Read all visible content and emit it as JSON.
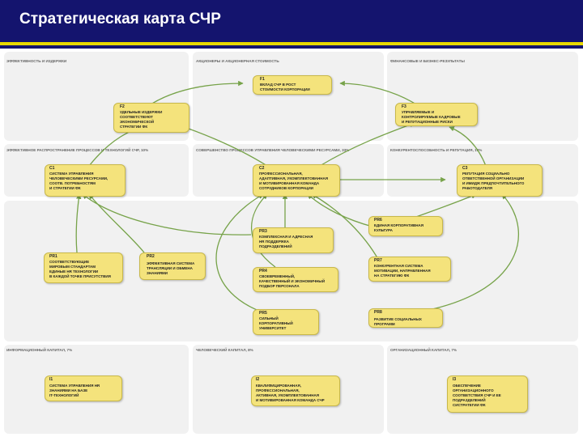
{
  "header": {
    "title": "Стратегическая карта СЧР"
  },
  "sections": [
    {
      "id": "s1",
      "label": "ЭФФЕКТИВНОСТЬ И ИЗДЕРЖКИ"
    },
    {
      "id": "s2",
      "label": "АКЦИОНЕРЫ И АКЦИОНЕРНАЯ СТОИМОСТЬ"
    },
    {
      "id": "s3",
      "label": "ФИНАНСОВЫЕ И БИЗНЕС-РЕЗУЛЬТАТЫ"
    },
    {
      "id": "s4",
      "label": "ЭФФЕКТИВНОЕ РАСПРОСТРАНЕНИЕ ПРОЦЕССОВ И ТЕХНОЛОГИЙ СЧР, 10%"
    },
    {
      "id": "s5",
      "label": "СОВЕРШЕНСТВО ПРОЦЕССОВ УПРАВЛЕНИЯ ЧЕЛОВЕЧЕСКИМИ РЕСУРСАМИ, 33%"
    },
    {
      "id": "s6",
      "label": "КОНКУРЕНТОСПОСОБНОСТЬ И РЕПУТАЦИЯ, 10%"
    },
    {
      "id": "s7",
      "label": "ИНФОРМАЦИОННЫЙ КАПИТАЛ, 7%"
    },
    {
      "id": "s8",
      "label": "ЧЕЛОВЕЧЕСКИЙ КАПИТАЛ, 8%"
    },
    {
      "id": "s9",
      "label": "ОРГАНИЗАЦИОННЫЙ КАПИТАЛ, 7%"
    }
  ],
  "nodes": [
    {
      "id": "f1",
      "code": "F1",
      "text": "ВКЛАД СЧР В РОСТ\nСТОИМОСТИ КОРПОРАЦИИ"
    },
    {
      "id": "f2",
      "code": "F2",
      "text": "УДЕЛЬНЫЕ ИЗДЕРЖКИ\nСООТВЕТСТВУЮТ\nЭКОНОМИЧЕСКОЙ\nСТРАТЕГИИ ФК"
    },
    {
      "id": "f3",
      "code": "F3",
      "text": "УПРАВЛЯЕМЫЕ И\nКОНТРОЛИРУЕМЫЕ КАДРОВЫЕ\nИ РЕПУТАЦИОННЫЕ РИСКИ"
    },
    {
      "id": "c1",
      "code": "C1",
      "text": "СИСТЕМА УПРАВЛЕНИЯ\nЧЕЛОВЕЧЕСКИМИ РЕСУРСАМИ,\nСООТВ. ПОТРЕБНОСТЯМ\nИ СТРАТЕГИИ ФК"
    },
    {
      "id": "c2",
      "code": "C2",
      "text": "ПРОФЕССИОНАЛЬНАЯ,\nАДАПТИВНАЯ, УКОМПЛЕКТОВАННАЯ\nИ МОТИВИРОВАННАЯ КОМАНДА\nСОТРУДНИКОВ КОРПОРАЦИИ"
    },
    {
      "id": "c3",
      "code": "C3",
      "text": "РЕПУТАЦИЯ СОЦИАЛЬНО\nОТВЕТСТВЕННОЙ ОРГАНИЗАЦИИ\nИ ИМИДЖ ПРЕДПОЧТИТЕЛЬНОГО\nРАБОТОДАТЕЛЯ"
    },
    {
      "id": "pr1",
      "code": "PR1",
      "text": "СООТВЕТСТВУЮЩИЕ\nМИРОВЫМ СТАНДАРТАМ\nЕДИНЫЕ HR ТЕХНОЛОГИИ\nВ КАЖДОЙ ТОЧКЕ ПРИСУТСТВИЯ"
    },
    {
      "id": "pr2",
      "code": "PR2",
      "text": "ЭФФЕКТИВНАЯ СИСТЕМА\nТРАНСЛЯЦИИ И ОБМЕНА\nЗНАНИЯМИ"
    },
    {
      "id": "pr3",
      "code": "PR3",
      "text": "КОМПЛЕКСНАЯ И АДРЕСНАЯ\nHR ПОДДЕРЖКА\nПОДРАЗДЕЛЕНИЙ"
    },
    {
      "id": "pr4",
      "code": "PR4",
      "text": "СВОЕВРЕМЕННЫЙ,\nКАЧЕСТВЕННЫЙ И ЭКОНОМИЧНЫЙ\nПОДБОР ПЕРСОНАЛА"
    },
    {
      "id": "pr5",
      "code": "PR5",
      "text": "СИЛЬНЫЙ\nКОРПОРАТИВНЫЙ\nУНИВЕРСИТЕТ"
    },
    {
      "id": "pr6",
      "code": "PR6",
      "text": "ЕДИНАЯ КОРПОРАТИВНАЯ\nКУЛЬТУРА"
    },
    {
      "id": "pr7",
      "code": "PR7",
      "text": "КОНКУРЕНТНАЯ СИСТЕМА\nМОТИВАЦИИ, НАПРАВЛЕННАЯ\nНА СТРАТЕГИЮ ФК"
    },
    {
      "id": "pr8",
      "code": "PR8",
      "text": "РАЗВИТИЕ СОЦИАЛЬНЫХ\nПРОГРАММ"
    },
    {
      "id": "l1",
      "code": "I1",
      "text": "СИСТЕМА УПРАВЛЕНИЯ HR\nЗНАНИЯМИ НА БАЗЕ\nIT-ТЕХНОЛОГИЙ"
    },
    {
      "id": "l2",
      "code": "I2",
      "text": "КВАЛИФИЦИРОВАННАЯ,\nПРОФЕССИОНАЛЬНАЯ,\nАКТИВНАЯ, УКОМПЛЕКТОВАННАЯ\nИ МОТИВИРОВАННАЯ КОМАНДА СЧР"
    },
    {
      "id": "l3",
      "code": "I3",
      "text": "ОБЕСПЕЧЕНИЕ\nОРГАНИЗАЦИОННОГО\nСООТВЕТСТВИЯ СЧР И ЕЕ\nПОДРАЗДЕЛЕНИЙ\nСИСТРАТЕГИИ ФК"
    }
  ],
  "colors": {
    "header": "#14146e",
    "rule": "#e8d800",
    "box": "#f4e37c",
    "link": "#77a34a",
    "panel": "#f1f1f1"
  }
}
